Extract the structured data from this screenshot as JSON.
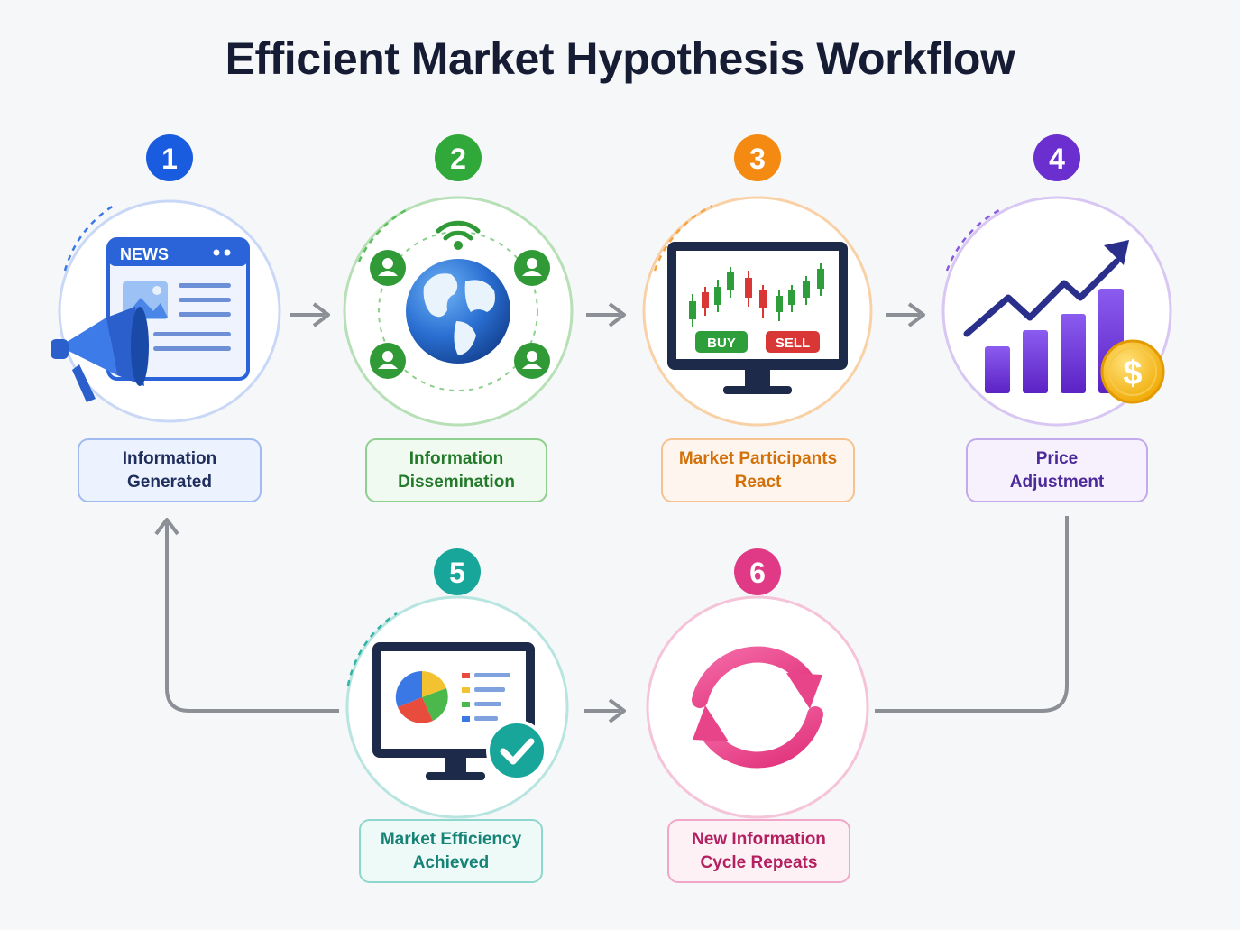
{
  "title": "Efficient Market Hypothesis Workflow",
  "colors": {
    "step1": "#1a5ce0",
    "step2": "#31a93a",
    "step3": "#f58a13",
    "step4": "#6b2fd0",
    "step5": "#18a69a",
    "step6": "#e03a86",
    "arrow": "#8c8f96",
    "title": "#161c33"
  },
  "steps": [
    {
      "number": "1",
      "icon": "news-megaphone-icon",
      "line1": "Information",
      "line2": "Generated"
    },
    {
      "number": "2",
      "icon": "globe-network-icon",
      "line1": "Information",
      "line2": "Dissemination"
    },
    {
      "number": "3",
      "icon": "trading-monitor-icon",
      "line1": "Market Participants",
      "line2": "React",
      "buy_label": "BUY",
      "sell_label": "SELL"
    },
    {
      "number": "4",
      "icon": "price-growth-chart-icon",
      "line1": "Price",
      "line2": "Adjustment",
      "currency_symbol": "$"
    },
    {
      "number": "5",
      "icon": "dashboard-check-icon",
      "line1": "Market Efficiency",
      "line2": "Achieved"
    },
    {
      "number": "6",
      "icon": "refresh-cycle-icon",
      "line1": "New Information",
      "line2": "Cycle Repeats"
    }
  ],
  "news_badge": "NEWS"
}
